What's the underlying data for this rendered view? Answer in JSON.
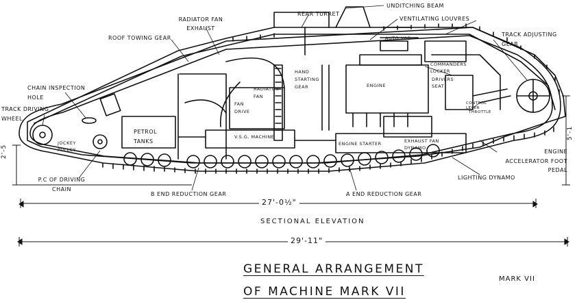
{
  "labels": {
    "undtiching_beam": "UNDITCHING BEAM",
    "rear_turret": "REAR TURRET",
    "ventilating_louvres": "VENTILATING LOUVRES",
    "radiator_fan_exhaust": "RADIATOR FAN EXHAUST",
    "roof_towing_gear": "ROOF TOWING GEAR",
    "auto_vac": "AUTO VAC",
    "track_adjusting_gear": "TRACK ADJUSTING GEAR",
    "chain_inspection_hole": "CHAIN INSPECTION HOLE",
    "track_driving_wheel": "TRACK DRIVING WHEEL",
    "hand_starting_gear": "HAND STARTING GEAR",
    "radiator_fan": "RADIATOR FAN",
    "fan_drive": "FAN DRIVE",
    "engine": "ENGINE",
    "commanders_locker": "COMMANDERS LOCKER",
    "drivers_seat": "DRIVERS SEAT",
    "control_lever": "CONTROL LEVER",
    "throttle": "THROTTLE",
    "petrol_tanks": "PETROL TANKS",
    "vsg_machine": "V.S.G. MACHINE",
    "jockey_pulley": "JOCKEY PULLEY",
    "engine_starter": "ENGINE STARTER",
    "exhaust_fan_dynamo": "EXHAUST FAN DYNAMO",
    "engine_accelerator_foot_pedal": "ENGINE ACCELERATOR FOOT PEDAL",
    "pc_of_driving_chain": "P.C OF DRIVING CHAIN",
    "lighting_dynamo": "LIGHTING DYNAMO",
    "b_end_reduction_gear": "B END REDUCTION GEAR",
    "a_end_reduction_gear": "A END REDUCTION GEAR",
    "sectional_elevation": "SECTIONAL ELEVATION"
  },
  "dimensions": {
    "overall_length_inner": "27'-0½\"",
    "overall_length_outer": "29'-11\"",
    "height_rear": "2'-5",
    "height_front": "5'-1"
  },
  "title": {
    "line1": "GENERAL ARRANGEMENT",
    "line2": "OF MACHINE MARK VII",
    "mark": "MARK VII"
  },
  "colors": {
    "ink": "#111111",
    "paper": "#ffffff"
  }
}
